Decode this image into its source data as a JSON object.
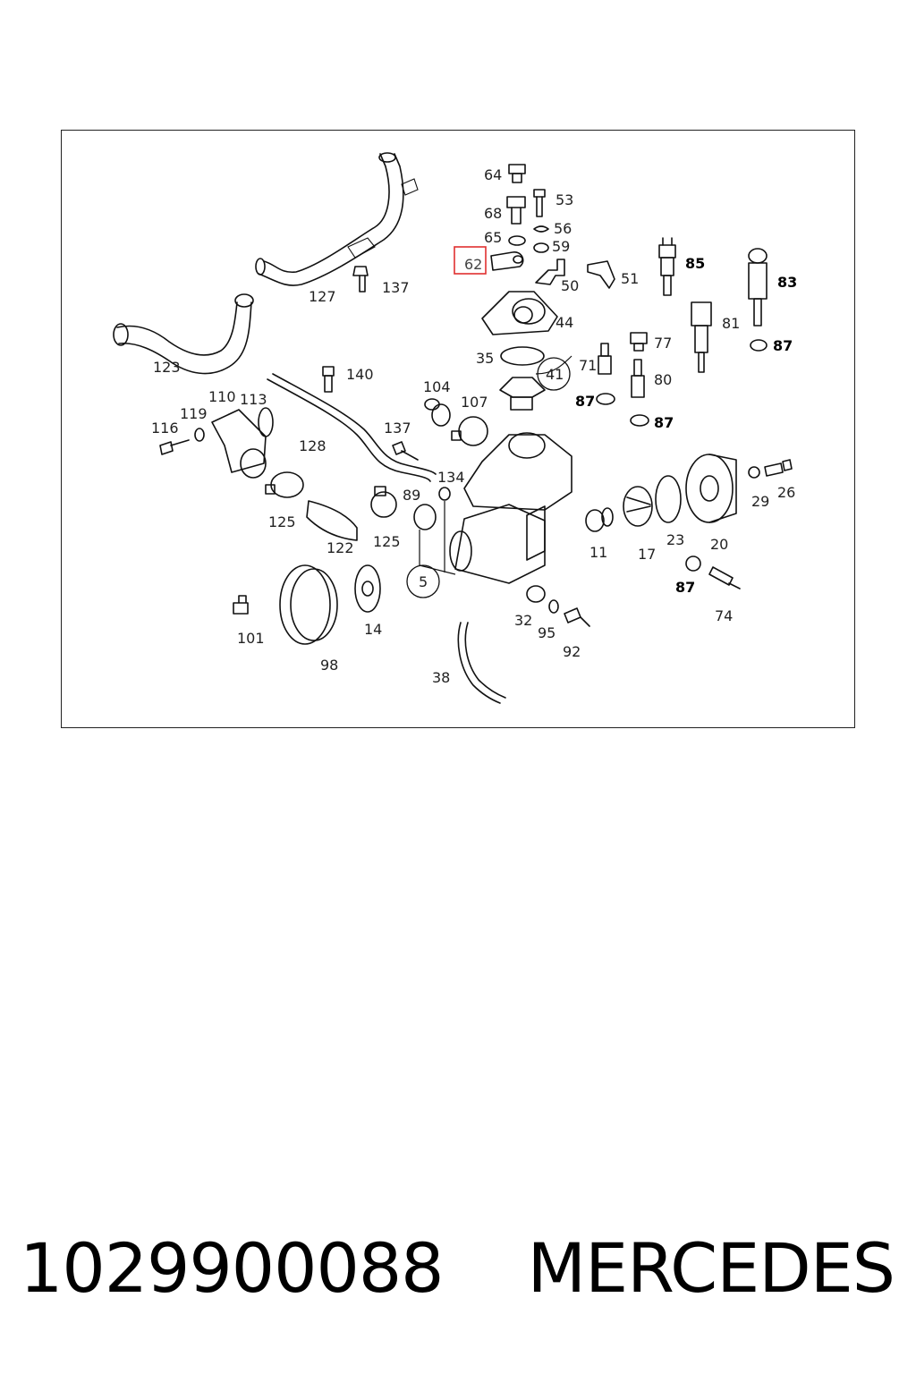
{
  "diagram": {
    "labels": [
      {
        "id": "64",
        "text": "64"
      },
      {
        "id": "53",
        "text": "53"
      },
      {
        "id": "68",
        "text": "68"
      },
      {
        "id": "56",
        "text": "56"
      },
      {
        "id": "65",
        "text": "65"
      },
      {
        "id": "59",
        "text": "59"
      },
      {
        "id": "62",
        "text": "62",
        "highlighted": true
      },
      {
        "id": "50",
        "text": "50"
      },
      {
        "id": "51",
        "text": "51"
      },
      {
        "id": "85",
        "text": "85",
        "bold": true
      },
      {
        "id": "83",
        "text": "83",
        "bold": true
      },
      {
        "id": "127",
        "text": "127"
      },
      {
        "id": "137a",
        "text": "137"
      },
      {
        "id": "44",
        "text": "44"
      },
      {
        "id": "81",
        "text": "81"
      },
      {
        "id": "87a",
        "text": "87",
        "bold": true
      },
      {
        "id": "77",
        "text": "77"
      },
      {
        "id": "123",
        "text": "123"
      },
      {
        "id": "35",
        "text": "35"
      },
      {
        "id": "41",
        "text": "41",
        "circled": true
      },
      {
        "id": "71",
        "text": "71"
      },
      {
        "id": "140",
        "text": "140"
      },
      {
        "id": "104",
        "text": "104"
      },
      {
        "id": "80",
        "text": "80"
      },
      {
        "id": "110",
        "text": "110"
      },
      {
        "id": "113",
        "text": "113"
      },
      {
        "id": "107",
        "text": "107"
      },
      {
        "id": "87b",
        "text": "87",
        "bold": true
      },
      {
        "id": "87c",
        "text": "87",
        "bold": true
      },
      {
        "id": "119",
        "text": "119"
      },
      {
        "id": "116",
        "text": "116"
      },
      {
        "id": "137b",
        "text": "137"
      },
      {
        "id": "128",
        "text": "128"
      },
      {
        "id": "134",
        "text": "134"
      },
      {
        "id": "26",
        "text": "26"
      },
      {
        "id": "89",
        "text": "89"
      },
      {
        "id": "29",
        "text": "29"
      },
      {
        "id": "125a",
        "text": "125"
      },
      {
        "id": "122",
        "text": "122"
      },
      {
        "id": "125b",
        "text": "125"
      },
      {
        "id": "11",
        "text": "11"
      },
      {
        "id": "17",
        "text": "17"
      },
      {
        "id": "23",
        "text": "23"
      },
      {
        "id": "20",
        "text": "20"
      },
      {
        "id": "5",
        "text": "5",
        "circled": true
      },
      {
        "id": "87d",
        "text": "87",
        "bold": true
      },
      {
        "id": "74",
        "text": "74"
      },
      {
        "id": "32",
        "text": "32"
      },
      {
        "id": "101",
        "text": "101"
      },
      {
        "id": "14",
        "text": "14"
      },
      {
        "id": "95",
        "text": "95"
      },
      {
        "id": "92",
        "text": "92"
      },
      {
        "id": "98",
        "text": "98"
      },
      {
        "id": "38",
        "text": "38"
      }
    ]
  },
  "footer": {
    "part_number": "1029900088",
    "brand": "MERCEDES"
  },
  "colors": {
    "highlight": "#e03030",
    "line": "#111111"
  }
}
